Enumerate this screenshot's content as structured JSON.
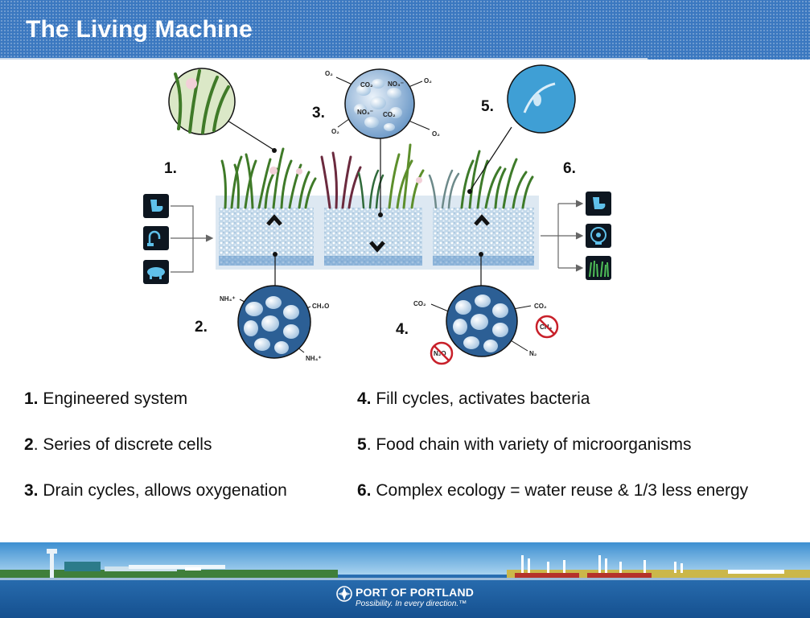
{
  "slide": {
    "title": "The Living Machine"
  },
  "diagram": {
    "callouts": [
      {
        "number": "1."
      },
      {
        "number": "2."
      },
      {
        "number": "3."
      },
      {
        "number": "4."
      },
      {
        "number": "5."
      },
      {
        "number": "6."
      }
    ],
    "labels": {
      "o2": "O₂",
      "co2": "CO₂",
      "no3": "NO₃⁻",
      "nh4": "NH₄⁺",
      "ch2o": "CH₂O",
      "ch4": "CH₄",
      "n2o": "N₂O",
      "n2": "N₂"
    },
    "input_icons": [
      "toilet-icon",
      "faucet-icon",
      "pig-icon"
    ],
    "output_icons": [
      "toilet-icon",
      "fan-icon",
      "grass-icon"
    ]
  },
  "legend": {
    "left": [
      {
        "num": "1.",
        "text": " Engineered system"
      },
      {
        "num": "2",
        "text": ". Series of discrete cells"
      },
      {
        "num": "3.",
        "text": " Drain cycles, allows oxygenation"
      }
    ],
    "right": [
      {
        "num": "4.",
        "text": " Fill cycles, activates bacteria"
      },
      {
        "num": "5",
        "text": ". Food chain with variety of microorganisms"
      },
      {
        "num": "6.",
        "text": " Complex ecology = water reuse & 1/3 less energy"
      }
    ]
  },
  "footer": {
    "brand_name": "PORT OF PORTLAND",
    "tagline": "Possibility. In every direction.™"
  }
}
